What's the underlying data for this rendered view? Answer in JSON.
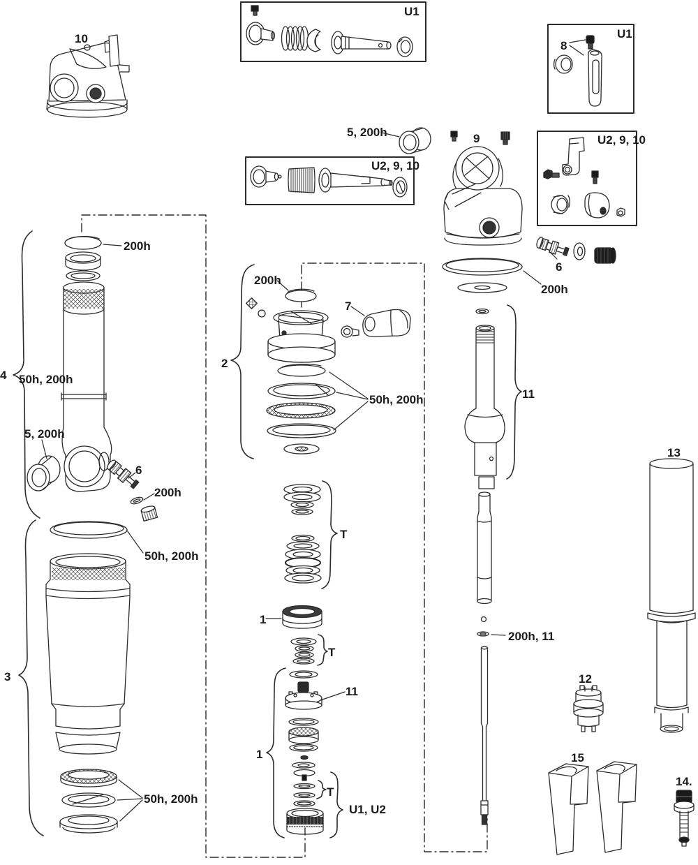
{
  "diagram": {
    "kind": "exploded parts service diagram (rear shock)",
    "ink": "#2b2b2b",
    "background": "#ffffff"
  },
  "boxes": {
    "u1_top": "U1",
    "u1_right": "U1",
    "u2_9_10_mid": "U2, 9, 10",
    "u2_9_10_right": "U2, 9, 10"
  },
  "callouts": {
    "part_10": "10",
    "callout_8": "8",
    "callout_5_200h_top": "5, 200h",
    "part_9": "9",
    "callout_6_right": "6",
    "callout_200h_right": "200h",
    "callout_200h_left_top": "200h",
    "part_4": "4",
    "callout_50h_200h_left_upper": "50h, 200h",
    "callout_5_200h_left": "5, 200h",
    "callout_6_left": "6",
    "callout_200h_left_mid": "200h",
    "callout_50h_200h_left_mid": "50h, 200h",
    "part_3": "3",
    "callout_50h_200h_left_bottom": "50h, 200h",
    "callout_200h_mid": "200h",
    "part_2": "2",
    "callout_7": "7",
    "callout_50h_200h_mid": "50h, 200h",
    "callout_t_upper": "T",
    "part_1_upper": "1",
    "callout_t_mid": "T",
    "callout_11_mid": "11",
    "part_1_lower": "1",
    "callout_t_lower": "T",
    "callout_u1_u2": "U1, U2",
    "part_11_right": "11",
    "callout_200h_11": "200h, 11",
    "part_12": "12",
    "part_13": "13",
    "part_15": "15",
    "part_14": "14."
  }
}
